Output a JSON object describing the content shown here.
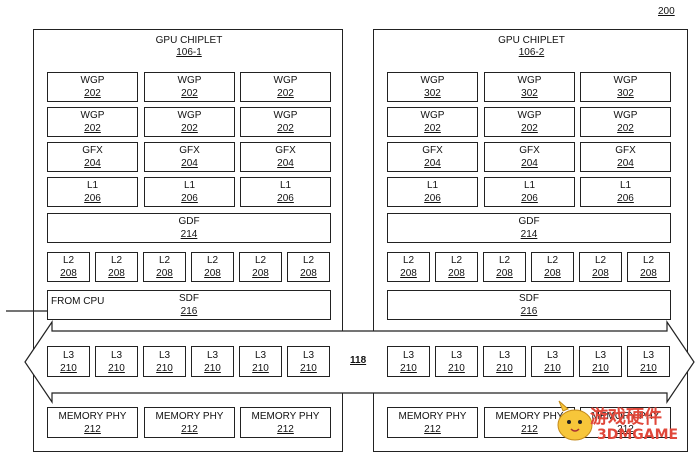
{
  "figure_ref": "200",
  "bus_ref": "118",
  "from_cpu": "FROM CPU",
  "chiplets": [
    {
      "title": "GPU CHIPLET",
      "ref": "106-1",
      "wgp_rows": [
        [
          {
            "label": "WGP",
            "ref": "202"
          },
          {
            "label": "WGP",
            "ref": "202"
          },
          {
            "label": "WGP",
            "ref": "202"
          }
        ],
        [
          {
            "label": "WGP",
            "ref": "202"
          },
          {
            "label": "WGP",
            "ref": "202"
          },
          {
            "label": "WGP",
            "ref": "202"
          }
        ]
      ],
      "gfx": [
        {
          "label": "GFX",
          "ref": "204"
        },
        {
          "label": "GFX",
          "ref": "204"
        },
        {
          "label": "GFX",
          "ref": "204"
        }
      ],
      "l1": [
        {
          "label": "L1",
          "ref": "206"
        },
        {
          "label": "L1",
          "ref": "206"
        },
        {
          "label": "L1",
          "ref": "206"
        }
      ],
      "gdf": {
        "label": "GDF",
        "ref": "214"
      },
      "l2": [
        {
          "label": "L2",
          "ref": "208"
        },
        {
          "label": "L2",
          "ref": "208"
        },
        {
          "label": "L2",
          "ref": "208"
        },
        {
          "label": "L2",
          "ref": "208"
        },
        {
          "label": "L2",
          "ref": "208"
        },
        {
          "label": "L2",
          "ref": "208"
        }
      ],
      "sdf": {
        "label": "SDF",
        "ref": "216"
      },
      "l3": [
        {
          "label": "L3",
          "ref": "210"
        },
        {
          "label": "L3",
          "ref": "210"
        },
        {
          "label": "L3",
          "ref": "210"
        },
        {
          "label": "L3",
          "ref": "210"
        },
        {
          "label": "L3",
          "ref": "210"
        },
        {
          "label": "L3",
          "ref": "210"
        }
      ],
      "mem": [
        {
          "label": "MEMORY PHY",
          "ref": "212"
        },
        {
          "label": "MEMORY PHY",
          "ref": "212"
        },
        {
          "label": "MEMORY PHY",
          "ref": "212"
        }
      ]
    },
    {
      "title": "GPU CHIPLET",
      "ref": "106-2",
      "wgp_rows": [
        [
          {
            "label": "WGP",
            "ref": "302"
          },
          {
            "label": "WGP",
            "ref": "302"
          },
          {
            "label": "WGP",
            "ref": "302"
          }
        ],
        [
          {
            "label": "WGP",
            "ref": "202"
          },
          {
            "label": "WGP",
            "ref": "202"
          },
          {
            "label": "WGP",
            "ref": "202"
          }
        ]
      ],
      "gfx": [
        {
          "label": "GFX",
          "ref": "204"
        },
        {
          "label": "GFX",
          "ref": "204"
        },
        {
          "label": "GFX",
          "ref": "204"
        }
      ],
      "l1": [
        {
          "label": "L1",
          "ref": "206"
        },
        {
          "label": "L1",
          "ref": "206"
        },
        {
          "label": "L1",
          "ref": "206"
        }
      ],
      "gdf": {
        "label": "GDF",
        "ref": "214"
      },
      "l2": [
        {
          "label": "L2",
          "ref": "208"
        },
        {
          "label": "L2",
          "ref": "208"
        },
        {
          "label": "L2",
          "ref": "208"
        },
        {
          "label": "L2",
          "ref": "208"
        },
        {
          "label": "L2",
          "ref": "208"
        },
        {
          "label": "L2",
          "ref": "208"
        }
      ],
      "sdf": {
        "label": "SDF",
        "ref": "216"
      },
      "l3": [
        {
          "label": "L3",
          "ref": "210"
        },
        {
          "label": "L3",
          "ref": "210"
        },
        {
          "label": "L3",
          "ref": "210"
        },
        {
          "label": "L3",
          "ref": "210"
        },
        {
          "label": "L3",
          "ref": "210"
        },
        {
          "label": "L3",
          "ref": "210"
        }
      ],
      "mem": [
        {
          "label": "MEMORY PHY",
          "ref": "212"
        },
        {
          "label": "MEMORY PHY",
          "ref": "212"
        },
        {
          "label": "MEMORY PHY",
          "ref": "212"
        }
      ]
    }
  ],
  "watermark": {
    "text": "游戏硬件",
    "sub": "3DMGAME",
    "color": "#e0473a"
  }
}
